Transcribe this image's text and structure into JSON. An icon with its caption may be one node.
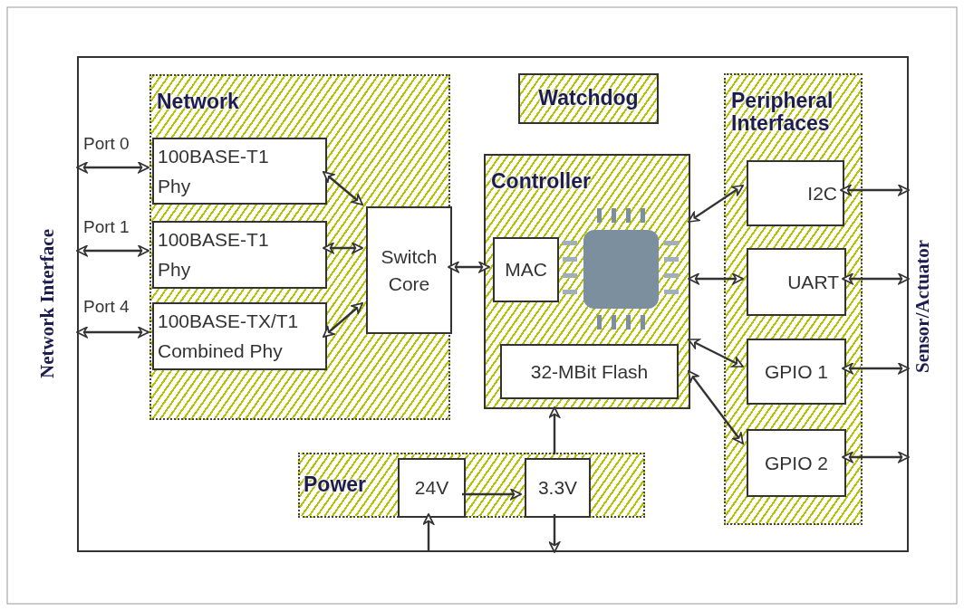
{
  "diagram": {
    "nodes": [
      {
        "text": [],
        "shape": "box"
      },
      {
        "text": [
          "Network"
        ],
        "in": 0
      },
      {
        "text": [
          "100BASE-T1 Phy"
        ],
        "in": 1
      },
      {
        "text": [
          "100BASE-T1 Phy"
        ],
        "in": 1
      },
      {
        "text": [
          "100BASE-TX/T1 Combined Phy"
        ],
        "in": 1
      },
      {
        "text": [
          "Switch Core"
        ],
        "in": 1
      },
      {
        "text": [
          "Watchdog"
        ],
        "in": 0
      },
      {
        "text": [
          "Controller"
        ],
        "in": 0
      },
      {
        "text": [
          "MAC"
        ],
        "in": 7
      },
      {
        "text": [],
        "shape": "chip",
        "in": 7
      },
      {
        "text": [
          "32-MBit Flash"
        ],
        "in": 7
      },
      {
        "text": [
          "Peripheral Interfaces"
        ],
        "in": 0
      },
      {
        "text": [
          "I2C"
        ],
        "in": 11
      },
      {
        "text": [
          "UART"
        ],
        "in": 11
      },
      {
        "text": [
          "GPIO 1"
        ],
        "in": 11
      },
      {
        "text": [
          "GPIO 2"
        ],
        "in": 11
      },
      {
        "text": [
          "Power"
        ],
        "in": 0
      },
      {
        "text": [
          "24V"
        ],
        "in": 16
      },
      {
        "text": [
          "3.3V"
        ],
        "in": 16
      }
    ],
    "edges": [
      {
        "from": 0,
        "to": 2,
        "arrow": "both",
        "label": "Port 0"
      },
      {
        "from": 0,
        "to": 3,
        "arrow": "both",
        "label": "Port 1"
      },
      {
        "from": 0,
        "to": 4,
        "arrow": "both",
        "label": "Port 4"
      },
      {
        "from": 2,
        "to": 5,
        "arrow": "both"
      },
      {
        "from": 3,
        "to": 5,
        "arrow": "both"
      },
      {
        "from": 4,
        "to": 5,
        "arrow": "both"
      },
      {
        "from": 5,
        "to": 8,
        "arrow": "both"
      },
      {
        "from": 7,
        "to": 12,
        "arrow": "both"
      },
      {
        "from": 7,
        "to": 13,
        "arrow": "both"
      },
      {
        "from": 7,
        "to": 14,
        "arrow": "both"
      },
      {
        "from": 7,
        "to": 15,
        "arrow": "both"
      },
      {
        "from": 12,
        "to": 0,
        "arrow": "both"
      },
      {
        "from": 13,
        "to": 0,
        "arrow": "both"
      },
      {
        "from": 14,
        "to": 0,
        "arrow": "both"
      },
      {
        "from": 15,
        "to": 0,
        "arrow": "both"
      },
      {
        "from": 17,
        "to": 18,
        "arrow": "to"
      },
      {
        "from": 18,
        "to": 7,
        "arrow": "to"
      },
      {
        "from": 0,
        "to": 17,
        "arrow": "to"
      },
      {
        "from": 18,
        "to": 0,
        "arrow": "to"
      }
    ],
    "labels": [
      "Network Interface",
      "Sensor/Actuator"
    ]
  }
}
